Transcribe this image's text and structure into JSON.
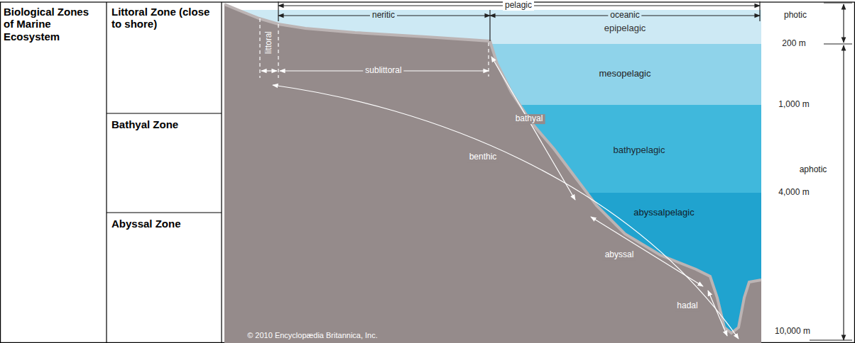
{
  "diagram": {
    "labels": [
      "Biological Zones of Marine Ecosystem",
      "Littoral Zone (close to shore)",
      "Bathyal Zone",
      "Abyssal Zone",
      "pelagic",
      "neritic",
      "oceanic",
      "photic",
      "epipelagic",
      "200 m",
      "littoral",
      "sublittoral",
      "mesopelagic",
      "1,000 m",
      "bathyal",
      "bathypelagic",
      "benthic",
      "aphotic",
      "4,000 m",
      "abyssalpelagic",
      "abyssal",
      "hadal",
      "10,000 m",
      "© 2010 Encyclopædia Britannica, Inc."
    ]
  }
}
